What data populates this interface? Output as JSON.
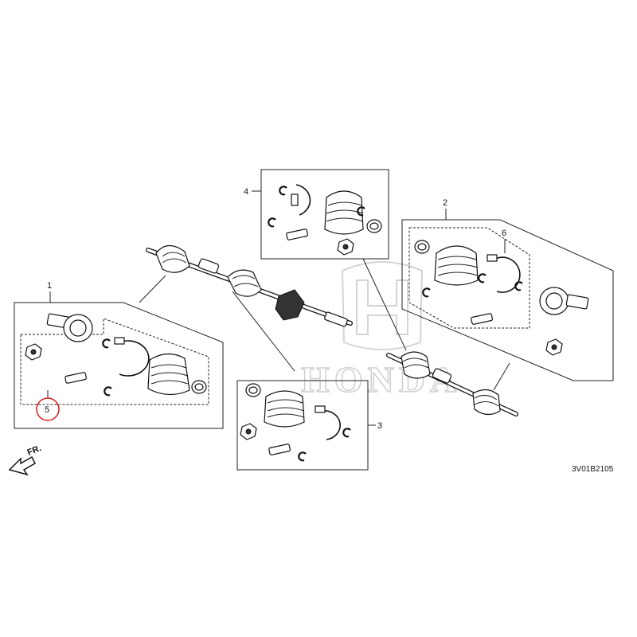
{
  "diagram": {
    "callouts": {
      "c1": "1",
      "c2": "2",
      "c3": "3",
      "c4": "4",
      "c5": "5",
      "c6": "6"
    },
    "direction_label": "FR.",
    "reference_code": "3V01B2105",
    "watermark_text": "HONDA",
    "highlight_color": "#d21f1f"
  }
}
